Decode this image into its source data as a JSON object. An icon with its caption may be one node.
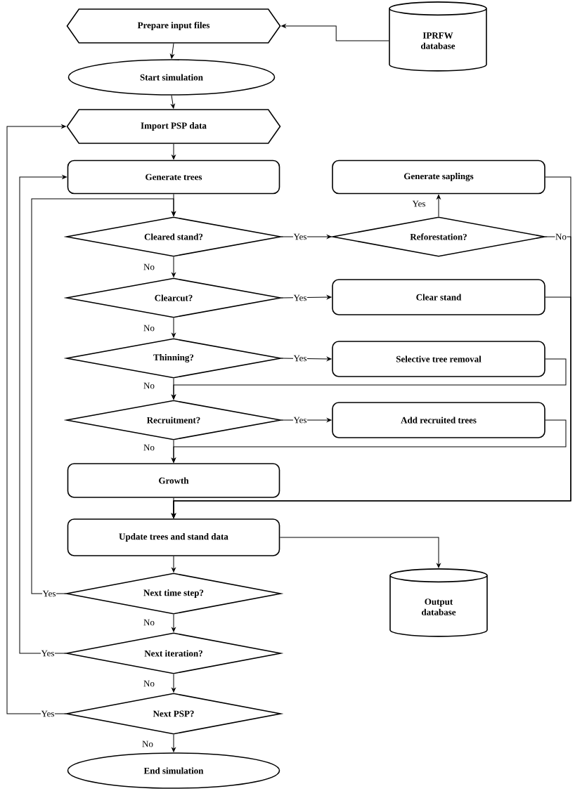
{
  "diagram": {
    "nodes": [
      {
        "text": [
          "Prepare input files"
        ]
      },
      {
        "text": [
          "IPRFW database"
        ]
      },
      {
        "text": [
          "Start simulation"
        ]
      },
      {
        "text": [
          "Import PSP data"
        ]
      },
      {
        "text": [
          "Generate trees"
        ]
      },
      {
        "text": [
          "Generate saplings"
        ]
      },
      {
        "text": [
          "Cleared stand?"
        ]
      },
      {
        "text": [
          "Reforestation?"
        ]
      },
      {
        "text": [
          "Clearcut?"
        ]
      },
      {
        "text": [
          "Clear stand"
        ]
      },
      {
        "text": [
          "Thinning?"
        ]
      },
      {
        "text": [
          "Selective tree removal"
        ]
      },
      {
        "text": [
          "Recruitment?"
        ]
      },
      {
        "text": [
          "Add recruited trees"
        ]
      },
      {
        "text": [
          "Growth"
        ]
      },
      {
        "text": [
          "Update trees and stand data"
        ]
      },
      {
        "text": [
          "Output database"
        ]
      },
      {
        "text": [
          "Next time step?"
        ]
      },
      {
        "text": [
          "Next iteration?"
        ]
      },
      {
        "text": [
          "Next PSP?"
        ]
      },
      {
        "text": [
          "End simulation"
        ]
      }
    ],
    "edges": [
      {
        "from": 1,
        "to": 0,
        "arrow": "to"
      },
      {
        "from": 0,
        "to": 2,
        "arrow": "to"
      },
      {
        "from": 2,
        "to": 3,
        "arrow": "to"
      },
      {
        "from": 3,
        "to": 4,
        "arrow": "to"
      },
      {
        "from": 4,
        "to": 6,
        "arrow": "to"
      },
      {
        "from": 6,
        "to": 7,
        "arrow": "to",
        "label": "Yes"
      },
      {
        "from": 7,
        "to": 5,
        "arrow": "to",
        "label": "Yes"
      },
      {
        "from": 7,
        "to": 15,
        "arrow": "to",
        "label": "No"
      },
      {
        "from": 5,
        "to": 15,
        "arrow": "to"
      },
      {
        "from": 6,
        "to": 8,
        "arrow": "to",
        "label": "No"
      },
      {
        "from": 8,
        "to": 9,
        "arrow": "to",
        "label": "Yes"
      },
      {
        "from": 9,
        "to": 15,
        "arrow": "to"
      },
      {
        "from": 8,
        "to": 10,
        "arrow": "to",
        "label": "No"
      },
      {
        "from": 10,
        "to": 11,
        "arrow": "to",
        "label": "Yes"
      },
      {
        "from": 10,
        "to": 12,
        "arrow": "to",
        "label": "No"
      },
      {
        "from": 11,
        "to": 12,
        "arrow": "to"
      },
      {
        "from": 12,
        "to": 13,
        "arrow": "to",
        "label": "Yes"
      },
      {
        "from": 12,
        "to": 14,
        "arrow": "to",
        "label": "No"
      },
      {
        "from": 13,
        "to": 14,
        "arrow": "to"
      },
      {
        "from": 14,
        "to": 15,
        "arrow": "to"
      },
      {
        "from": 15,
        "to": 16,
        "arrow": "to"
      },
      {
        "from": 15,
        "to": 17,
        "arrow": "to"
      },
      {
        "from": 17,
        "to": 6,
        "arrow": "to",
        "label": "Yes"
      },
      {
        "from": 17,
        "to": 18,
        "arrow": "to",
        "label": "No"
      },
      {
        "from": 18,
        "to": 4,
        "arrow": "to",
        "label": "Yes"
      },
      {
        "from": 18,
        "to": 19,
        "arrow": "to",
        "label": "No"
      },
      {
        "from": 19,
        "to": 3,
        "arrow": "to",
        "label": "Yes"
      },
      {
        "from": 19,
        "to": 20,
        "arrow": "to",
        "label": "No"
      }
    ]
  }
}
